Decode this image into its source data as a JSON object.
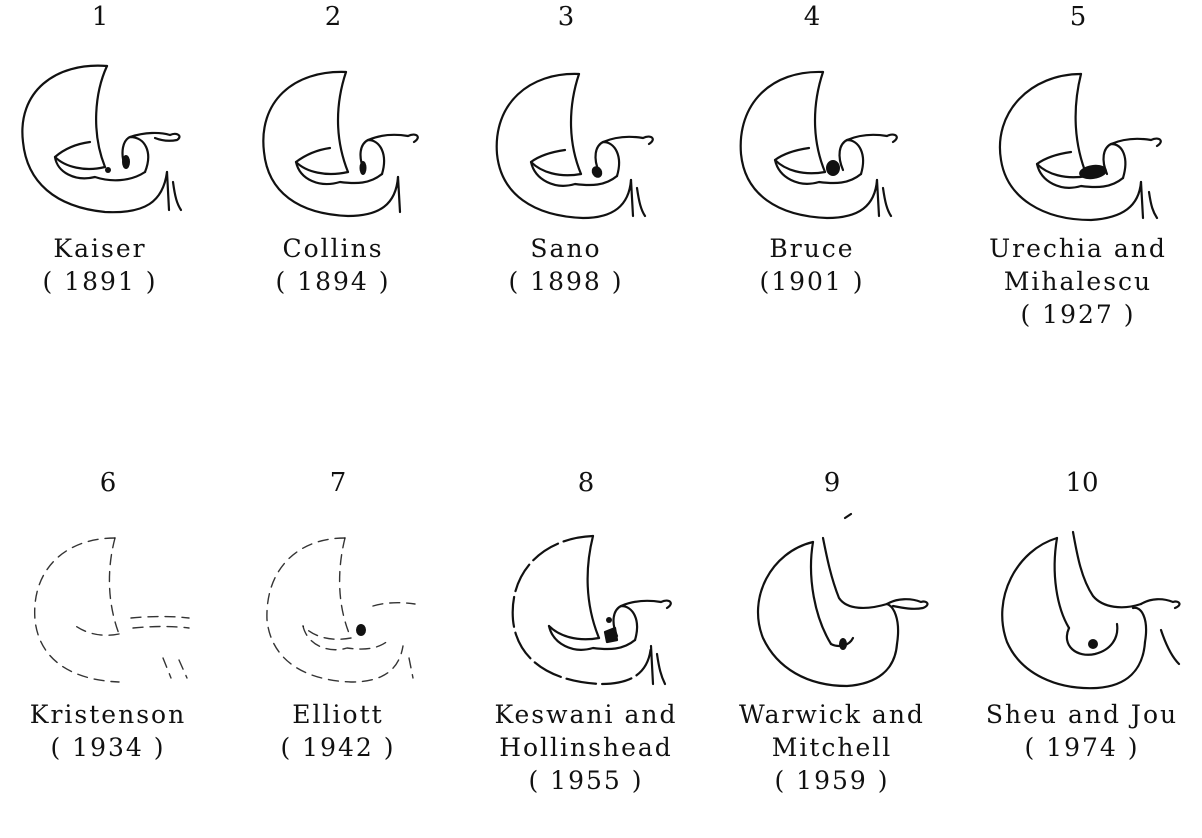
{
  "panels": [
    {
      "number": "1",
      "lines": [
        "Kaiser",
        "( 1891 )"
      ]
    },
    {
      "number": "2",
      "lines": [
        "Collins",
        "( 1894 )"
      ]
    },
    {
      "number": "3",
      "lines": [
        "Sano",
        "( 1898 )"
      ]
    },
    {
      "number": "4",
      "lines": [
        "Bruce",
        "(1901 )"
      ]
    },
    {
      "number": "5",
      "lines": [
        "Urechia and",
        "Mihalescu",
        "( 1927 )"
      ]
    },
    {
      "number": "6",
      "lines": [
        "Kristenson",
        "( 1934 )"
      ]
    },
    {
      "number": "7",
      "lines": [
        "Elliott",
        "( 1942 )"
      ]
    },
    {
      "number": "8",
      "lines": [
        "Keswani and",
        "Hollinshead",
        "( 1955 )"
      ]
    },
    {
      "number": "9",
      "lines": [
        "Warwick and",
        "Mitchell",
        "( 1959 )"
      ]
    },
    {
      "number": "10",
      "lines": [
        "Sheu and Jou",
        "( 1974 )"
      ]
    }
  ]
}
